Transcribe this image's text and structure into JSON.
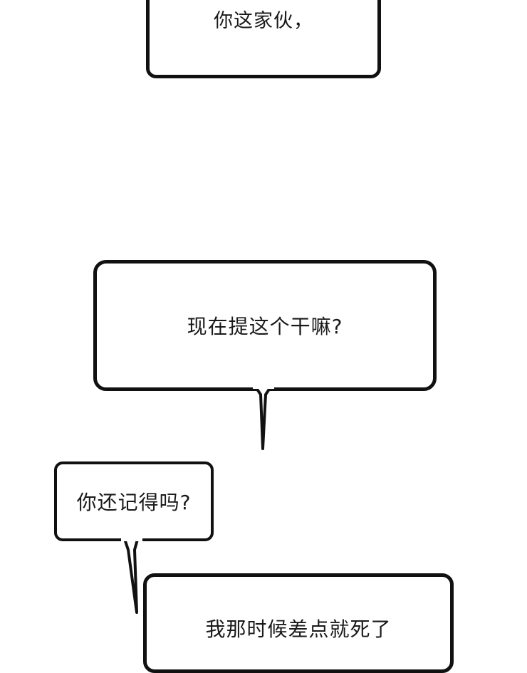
{
  "bubbles": {
    "first": {
      "text": "你这家伙，"
    },
    "second": {
      "text": "现在提这个干嘛?"
    },
    "third": {
      "text": "你还记得吗?"
    },
    "fourth": {
      "text": "我那时候差点就死了"
    }
  },
  "colors": {
    "ink": "#111111",
    "paper": "#ffffff",
    "text": "#1a1a1a"
  }
}
